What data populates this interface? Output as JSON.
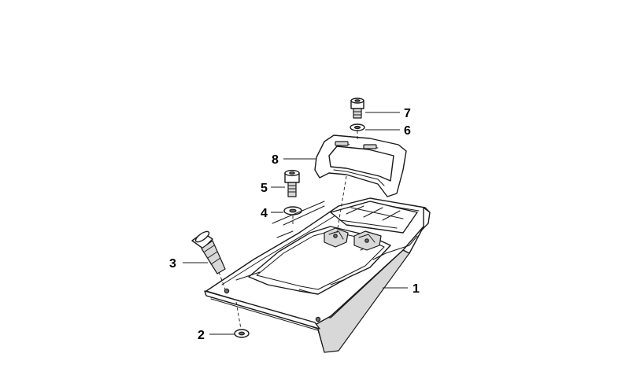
{
  "diagram": {
    "callouts": [
      {
        "number": "1"
      },
      {
        "number": "2"
      },
      {
        "number": "3"
      },
      {
        "number": "4"
      },
      {
        "number": "5"
      },
      {
        "number": "6"
      },
      {
        "number": "7"
      },
      {
        "number": "8"
      }
    ]
  }
}
